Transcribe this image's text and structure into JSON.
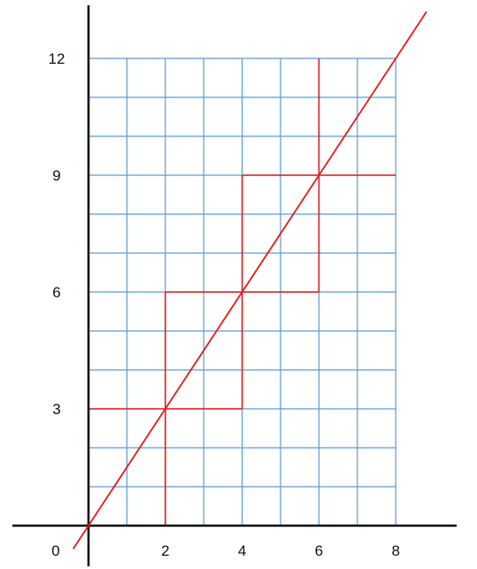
{
  "chart_data": {
    "type": "line",
    "title": "",
    "xlabel": "",
    "ylabel": "",
    "xlim": [
      0,
      8
    ],
    "ylim": [
      0,
      12
    ],
    "x_ticks": [
      "0",
      "2",
      "4",
      "6",
      "8"
    ],
    "y_ticks": [
      "3",
      "6",
      "9",
      "12"
    ],
    "grid": true,
    "grid_step": {
      "x": 1,
      "y": 1
    },
    "series": [
      {
        "x": [
          -0.4,
          8.8
        ],
        "y": [
          -0.6,
          13.2
        ]
      }
    ],
    "staircase": {
      "horizontal_segments": [
        {
          "x": [
            0,
            4
          ],
          "y": 3
        },
        {
          "x": [
            2,
            6
          ],
          "y": 6
        },
        {
          "x": [
            4,
            8
          ],
          "y": 9
        }
      ],
      "vertical_segments": [
        {
          "x": 2,
          "y": [
            0,
            6
          ]
        },
        {
          "x": 4,
          "y": [
            3,
            9
          ]
        },
        {
          "x": 6,
          "y": [
            6,
            12
          ]
        }
      ]
    },
    "colors": {
      "grid": "#5b9bd5",
      "line": "#e31b1b",
      "axes": "#000000"
    }
  }
}
